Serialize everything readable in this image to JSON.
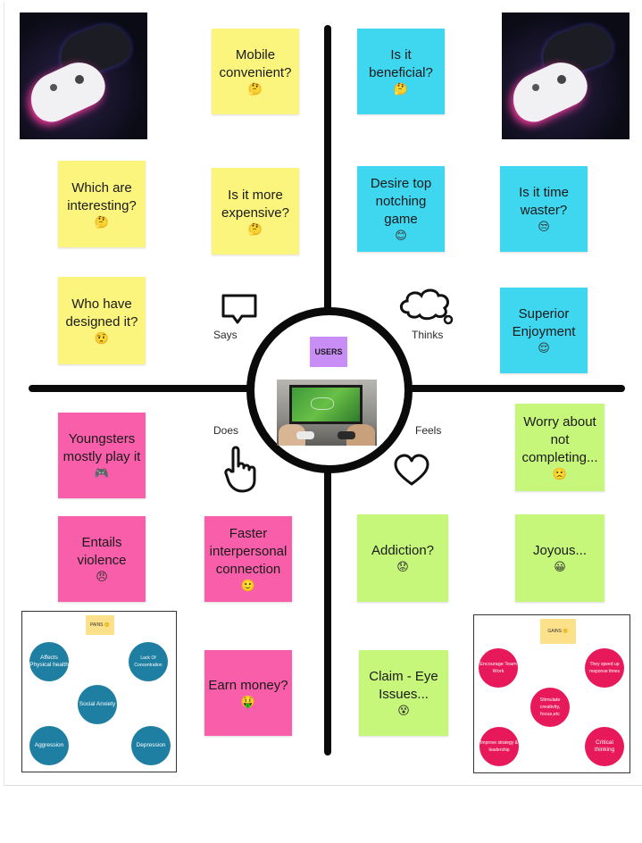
{
  "center": {
    "label": "USERS"
  },
  "quadrants": {
    "says": "Says",
    "thinks": "Thinks",
    "does": "Does",
    "feels": "Feels"
  },
  "notes": {
    "mobile": {
      "text": "Mobile convenient?",
      "emoji": "🤔"
    },
    "beneficial": {
      "text": "Is it beneficial?",
      "emoji": "🤔"
    },
    "interesting": {
      "text": "Which are interesting?",
      "emoji": "🤔"
    },
    "expensive": {
      "text": "Is it more expensive?",
      "emoji": "🤔"
    },
    "desire": {
      "text": "Desire top notching game",
      "emoji": "😊"
    },
    "waster": {
      "text": "Is it time waster?",
      "emoji": "😒"
    },
    "designed": {
      "text": "Who have designed it?",
      "emoji": "🤨"
    },
    "superior": {
      "text": "Superior Enjoyment",
      "emoji": "😌"
    },
    "youngsters": {
      "text": "Youngsters mostly play it",
      "emoji": "🎮"
    },
    "worry": {
      "text": "Worry about not completing...",
      "emoji": "🙁"
    },
    "violence": {
      "text": "Entails violence",
      "emoji": "😠"
    },
    "faster": {
      "text": "Faster interpersonal connection",
      "emoji": "🙂"
    },
    "addiction": {
      "text": "Addiction?",
      "emoji": "😟"
    },
    "joyous": {
      "text": "Joyous...",
      "emoji": "😀"
    },
    "earn": {
      "text": "Earn money?",
      "emoji": "🤑"
    },
    "claim": {
      "text": "Claim - Eye Issues...",
      "emoji": "😵"
    }
  },
  "pains": {
    "title": "PAINS 🙁",
    "items": [
      "Affects Physical health",
      "Lack Of Concentration",
      "Social Anxiety",
      "Aggression",
      "Depression"
    ]
  },
  "gains": {
    "title": "GAINS 🙂",
    "items": [
      "Encourage Team Work",
      "They speed up response times",
      "Stimulate creativity, focus,etc",
      "Improve strategy & leadership",
      "Critical thinking"
    ]
  }
}
